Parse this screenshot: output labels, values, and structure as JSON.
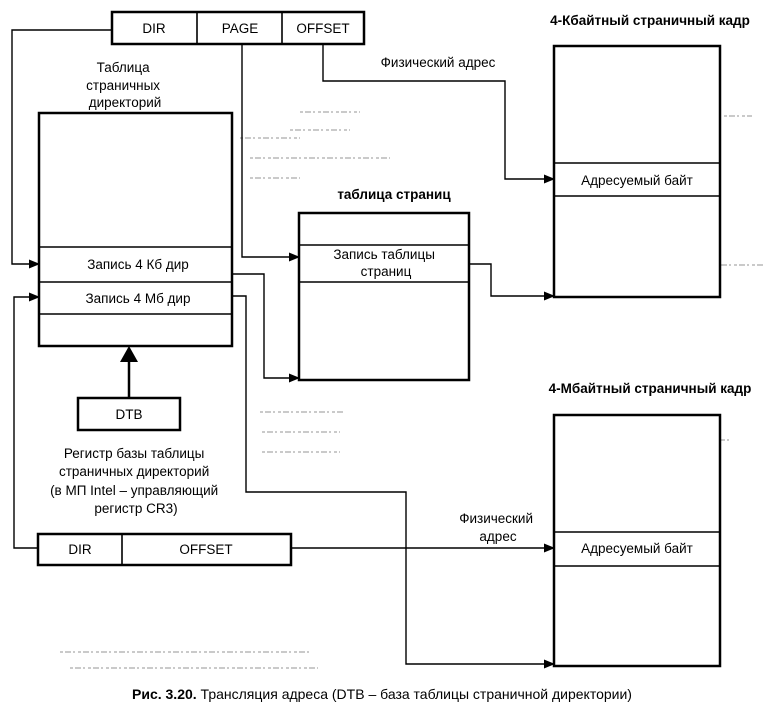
{
  "linear_address": {
    "dir": "DIR",
    "page": "PAGE",
    "offset": "OFFSET"
  },
  "directory_table": {
    "title_lines": [
      "Таблица",
      "страничных",
      "директорий"
    ],
    "entry_4kb": "Запись 4 Кб дир",
    "entry_4mb": "Запись 4 Мб дир"
  },
  "dtb_register": {
    "label": "DTB",
    "caption_lines": [
      "Регистр базы таблицы",
      "страничных директорий",
      "(в МП Intel – управляющий",
      "регистр CR3)"
    ]
  },
  "page_table": {
    "title": "таблица страниц",
    "entry_lines": [
      "Запись таблицы",
      "страниц"
    ]
  },
  "frame_4k": {
    "title": "4-Кбайтный страничный кадр",
    "phys_label": "Физический адрес",
    "byte_label": "Адресуемый байт"
  },
  "frame_4m": {
    "title": "4-Мбайтный страничный кадр",
    "phys_label_lines": [
      "Физический",
      "адрес"
    ],
    "byte_label": "Адресуемый байт"
  },
  "address_4m": {
    "dir": "DIR",
    "offset": "OFFSET"
  },
  "figure_caption": {
    "number": "Рис. 3.20.",
    "text": " Трансляция адреса (DTB – база таблицы страничной директории)"
  }
}
